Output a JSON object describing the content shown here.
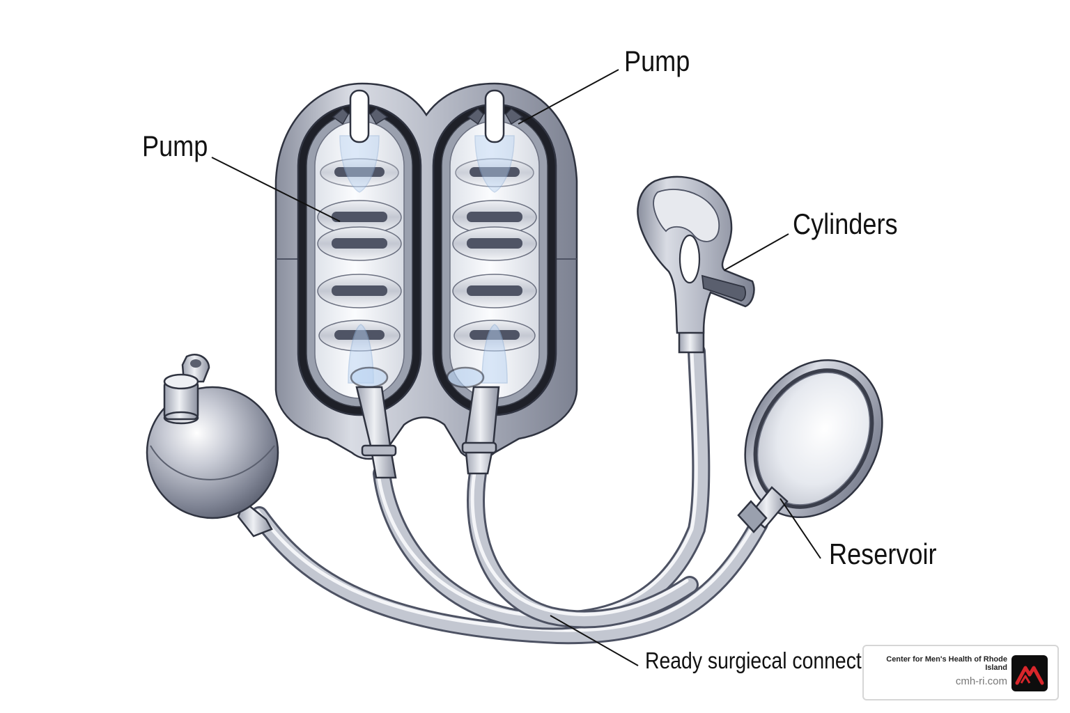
{
  "labels": {
    "pump_left": "Pump",
    "pump_top": "Pump",
    "cylinders": "Cylinders",
    "reservoir": "Reservoir",
    "connection": "Ready surgiecal connecti"
  },
  "watermark": {
    "organization": "Center for Men's Health of Rhode Island",
    "url": "cmh-ri.com",
    "logo_icon": "mountain-peaks-logo-icon",
    "logo_color": "#d9262b"
  },
  "colors": {
    "metal_light": "#eef0f5",
    "metal_mid": "#a3a8b7",
    "metal_dark": "#4d5263",
    "outline": "#2f3340",
    "gasket": "#1e2028",
    "glass": "#f4f6fa",
    "highlight_blue": "#b9d3f2"
  }
}
